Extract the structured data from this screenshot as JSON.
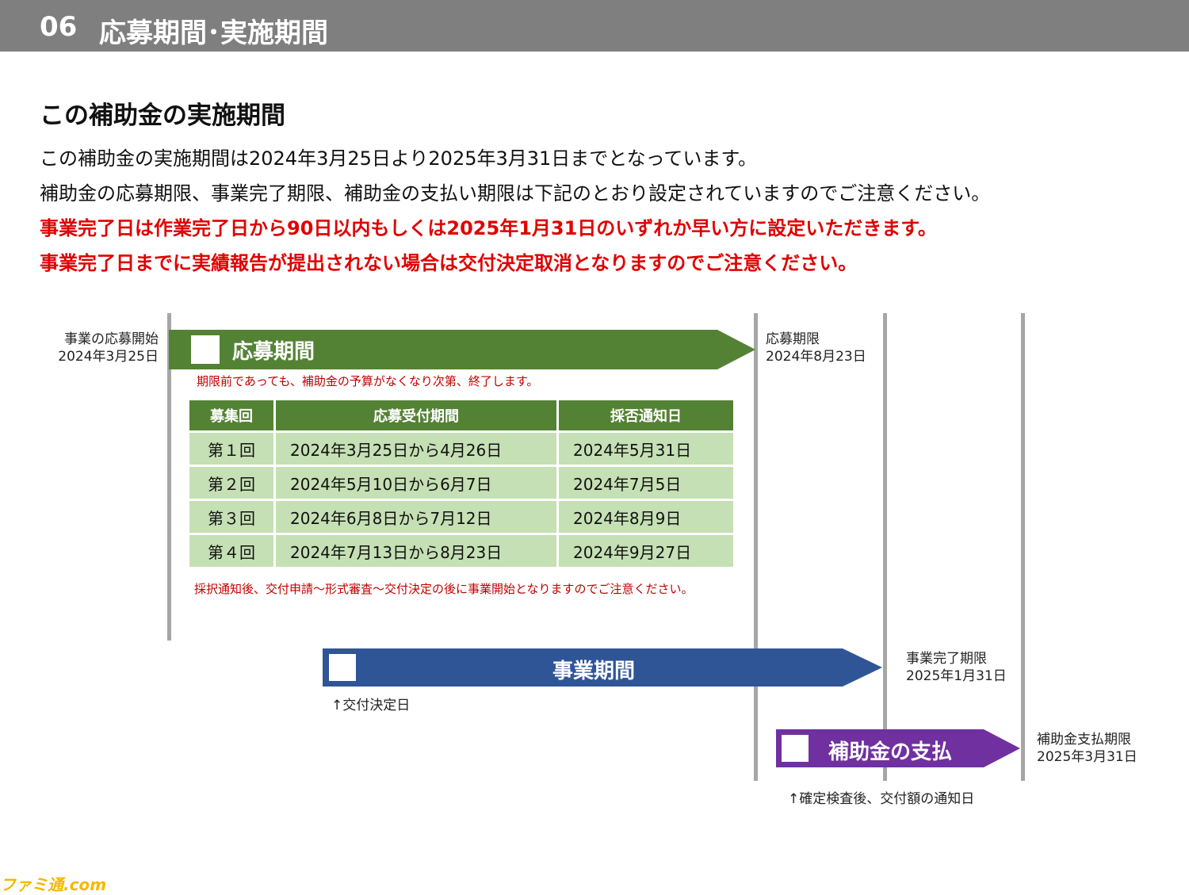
{
  "header": {
    "number": "06",
    "title": "応募期間･実施期間"
  },
  "section": {
    "heading": "この補助金の実施期間",
    "lines": [
      "この補助金の実施期間は2024年3月25日より2025年3月31日までとなっています。",
      "補助金の応募期限、事業完了期限、補助金の支払い期限は下記のとおり設定されていますのでご注意ください。"
    ],
    "warnings": [
      "事業完了日は作業完了日から90日以内もしくは2025年1月31日のいずれか早い方に設定いただきます。",
      "事業完了日までに実績報告が提出されない場合は交付決定取消となりますのでご注意ください。"
    ]
  },
  "timeline": {
    "start": {
      "line1": "事業の応募開始",
      "line2": "2024年3月25日"
    },
    "application_deadline": {
      "line1": "応募期限",
      "line2": "2024年8月23日"
    },
    "project_deadline": {
      "line1": "事業完了期限",
      "line2": "2025年1月31日"
    },
    "payment_deadline": {
      "line1": "補助金支払期限",
      "line2": "2025年3月31日"
    },
    "application_arrow": {
      "label": "応募期間",
      "color": "#548235"
    },
    "application_note": "期限前であっても、補助金の予算がなくなり次第、終了します。",
    "project_arrow": {
      "label": "事業期間",
      "color": "#2f5597"
    },
    "project_note": "↑交付決定日",
    "payment_arrow": {
      "label": "補助金の支払",
      "color": "#7030a0"
    },
    "payment_note": "↑確定検査後、交付額の通知日"
  },
  "table": {
    "headers": [
      "募集回",
      "応募受付期間",
      "採否通知日"
    ],
    "rows": [
      [
        "第１回",
        "2024年3月25日から4月26日",
        "2024年5月31日"
      ],
      [
        "第２回",
        "2024年5月10日から6月7日",
        "2024年7月5日"
      ],
      [
        "第３回",
        "2024年6月8日から7月12日",
        "2024年8月9日"
      ],
      [
        "第４回",
        "2024年7月13日から8月23日",
        "2024年9月27日"
      ]
    ],
    "note": "採択通知後、交付申請～形式審査～交付決定の後に事業開始となりますのでご注意ください。"
  },
  "watermark": "ファミ通.com"
}
